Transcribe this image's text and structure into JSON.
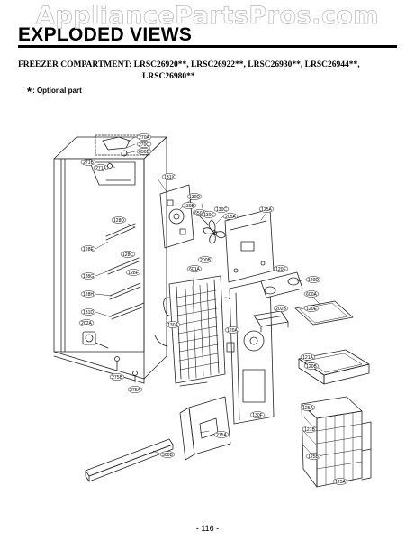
{
  "watermark": "AppliancePartsPros.com",
  "title": "EXPLODED VIEWS",
  "subtitle": {
    "line1": "FREEZER COMPARTMENT: LRSC26920**, LRSC26922**, LRSC26930**, LRSC26944**,",
    "line2": "LRSC26980**"
  },
  "note": {
    "symbol": "*",
    "text": ": Optional part"
  },
  "callouts": [
    "270A",
    "270C",
    "650B",
    "271B",
    "271A",
    "131X",
    "130D",
    "130B",
    "650A",
    "130C",
    "125A",
    "130E",
    "205A",
    "128D",
    "128C",
    "128E",
    "128F",
    "128G",
    "128H",
    "131D",
    "202A",
    "200B",
    "601A",
    "120E",
    "120D",
    "600A",
    "130A",
    "202B",
    "120A",
    "130F",
    "275B",
    "275A",
    "500B",
    "121A",
    "120B",
    "125A",
    "121B",
    "125B",
    "215A",
    "120E",
    "125A"
  ],
  "page_number": "- 116 -"
}
